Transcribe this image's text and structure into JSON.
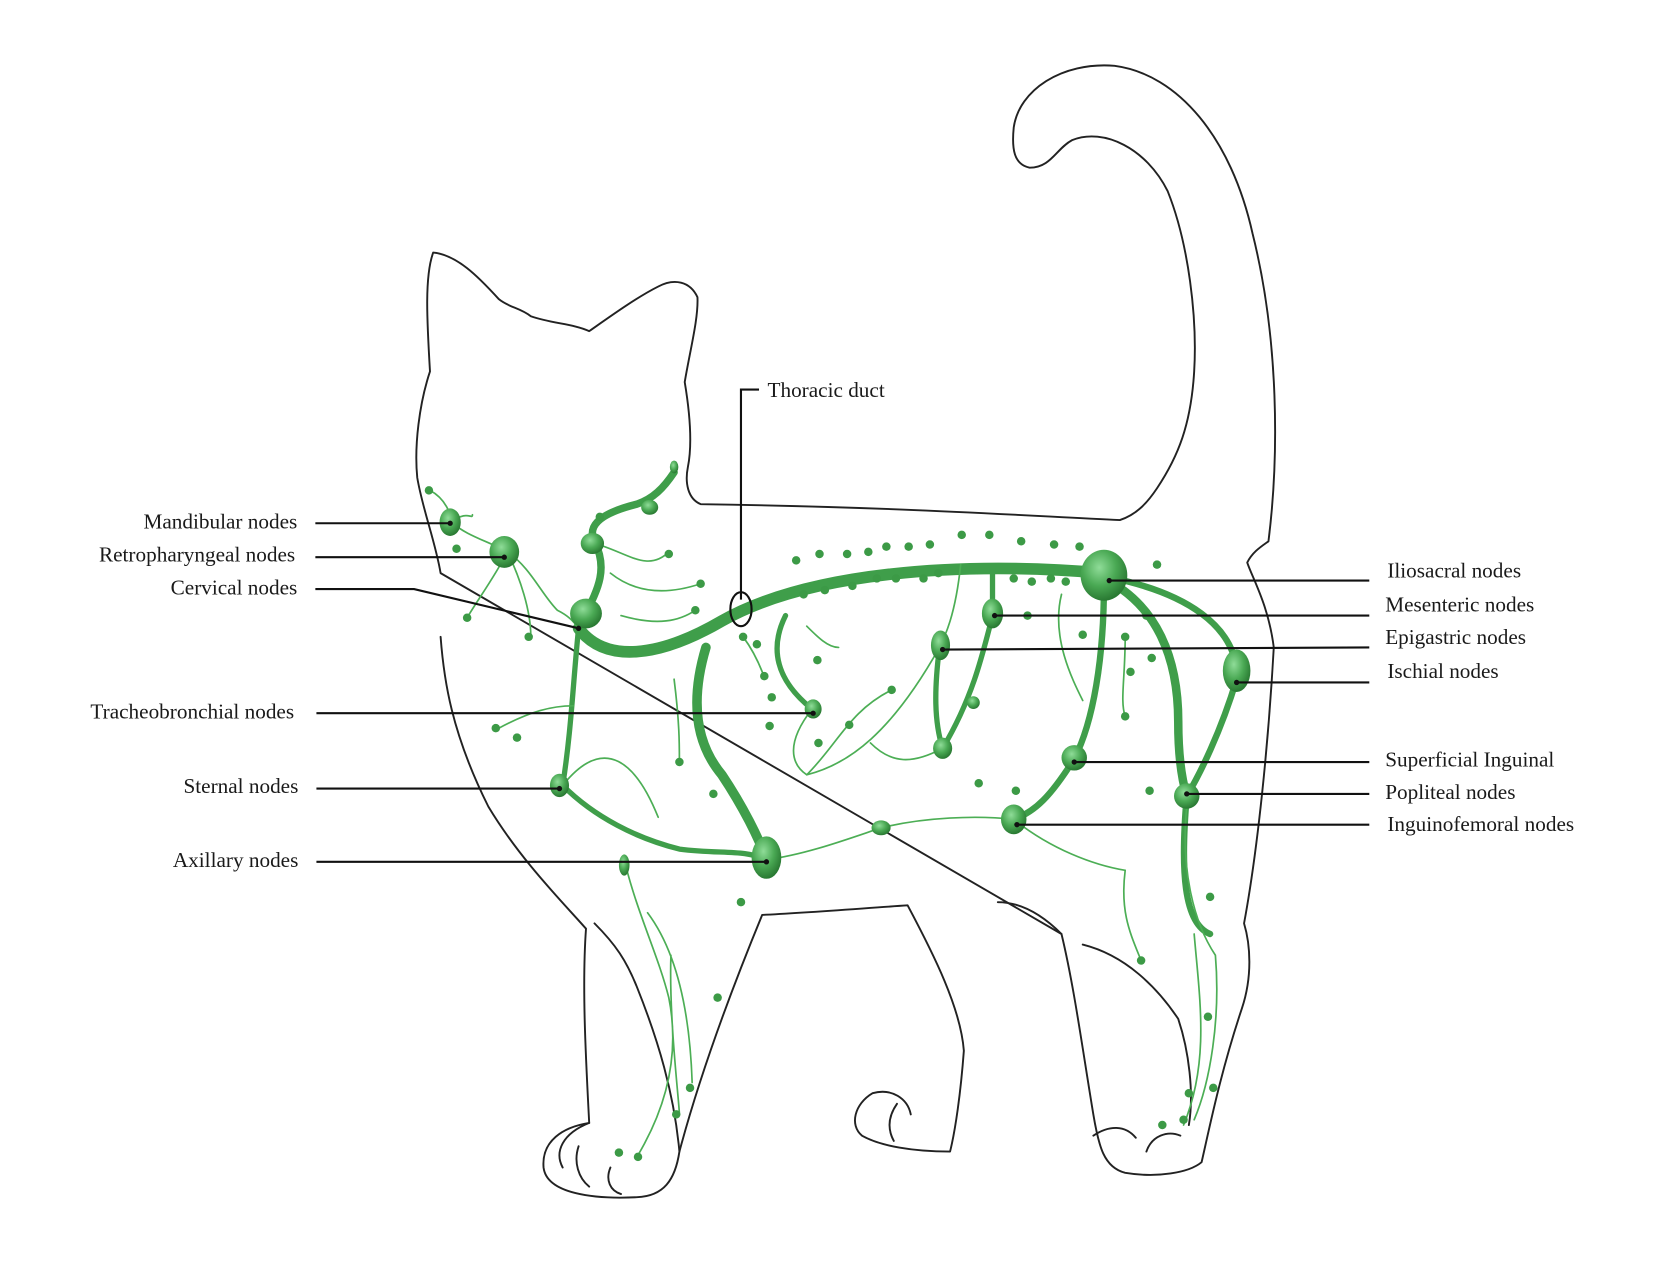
{
  "title": "Feline lymphatic system",
  "colors": {
    "lymph": "#3f9e4a",
    "node_dark": "#2f7f38",
    "node_light": "#7fd08a",
    "outline": "#222222"
  },
  "labels": {
    "left": [
      "Mandibular nodes",
      "Retropharyngeal nodes",
      "Cervical nodes",
      "Tracheobronchial nodes",
      "Sternal nodes",
      "Axillary nodes"
    ],
    "top": "Thoracic duct",
    "right": [
      "Iliosacral nodes",
      "Mesenteric nodes",
      "Epigastric nodes",
      "Ischial nodes",
      "Superficial Inguinal",
      "Popliteal nodes",
      "Inguinofemoral nodes"
    ]
  }
}
